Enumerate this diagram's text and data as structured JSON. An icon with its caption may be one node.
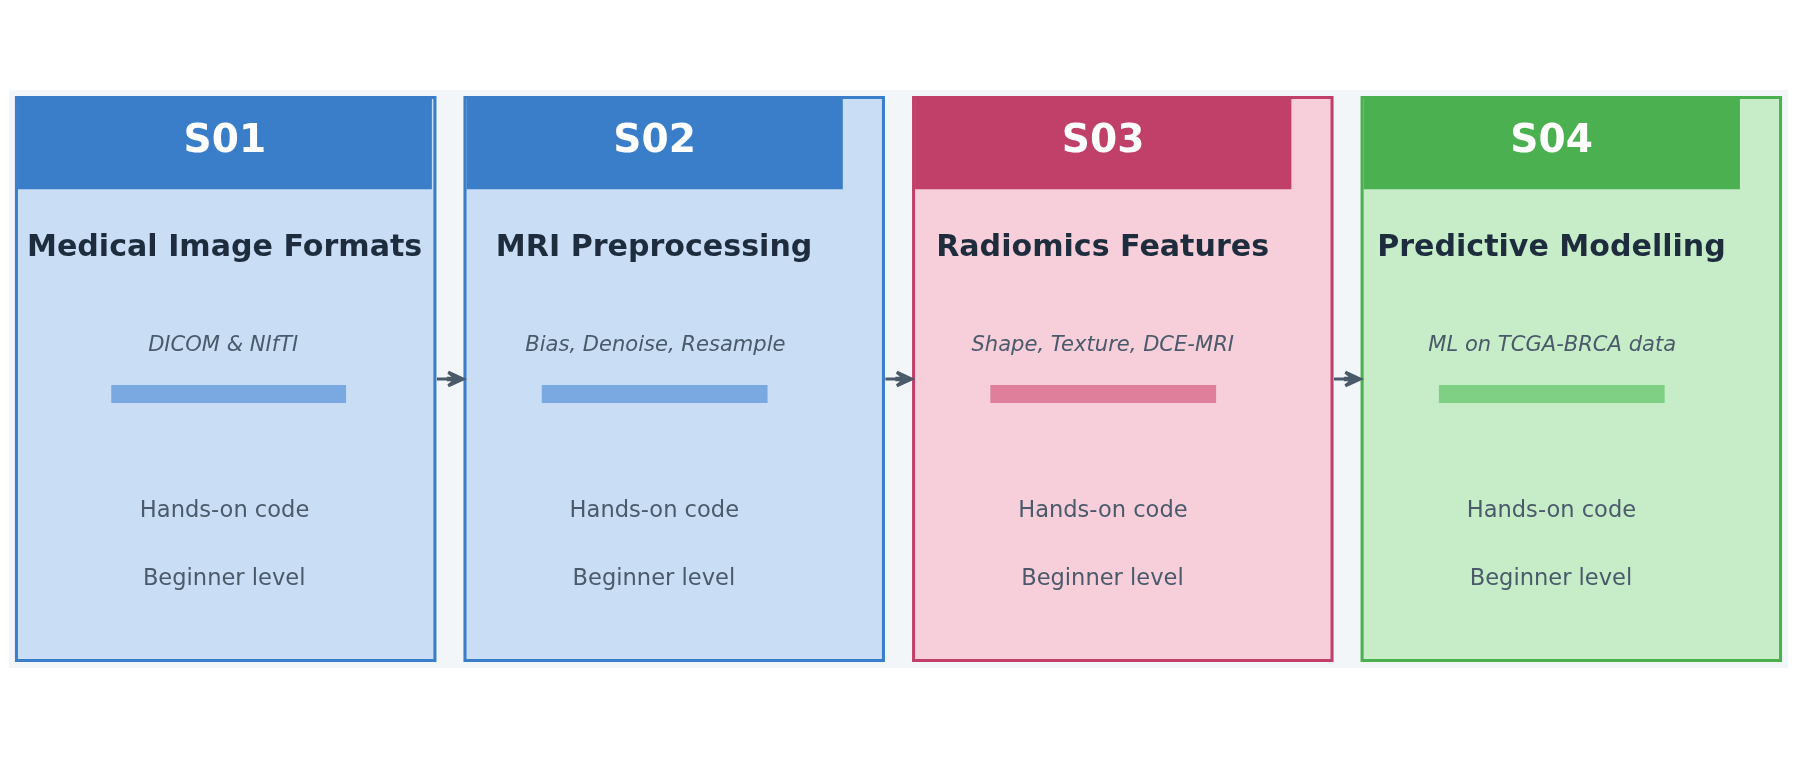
{
  "diagram": {
    "nodes": [
      {
        "text": [
          "S01",
          "Medical Image Formats",
          "DICOM & NIfTI",
          "Hands-on code",
          "Beginner level"
        ]
      },
      {
        "text": [
          "S02",
          "MRI Preprocessing",
          "Bias, Denoise, Resample",
          "Hands-on code",
          "Beginner level"
        ]
      },
      {
        "text": [
          "S03",
          "Radiomics Features",
          "Shape, Texture, DCE-MRI",
          "Hands-on code",
          "Beginner level"
        ]
      },
      {
        "text": [
          "S04",
          "Predictive Modelling",
          "ML on TCGA-BRCA data",
          "Hands-on code",
          "Beginner level"
        ]
      }
    ],
    "edges": [
      {
        "from": 0,
        "to": 1,
        "arrow": "to"
      },
      {
        "from": 1,
        "to": 2,
        "arrow": "to"
      },
      {
        "from": 2,
        "to": 3,
        "arrow": "to"
      }
    ]
  }
}
